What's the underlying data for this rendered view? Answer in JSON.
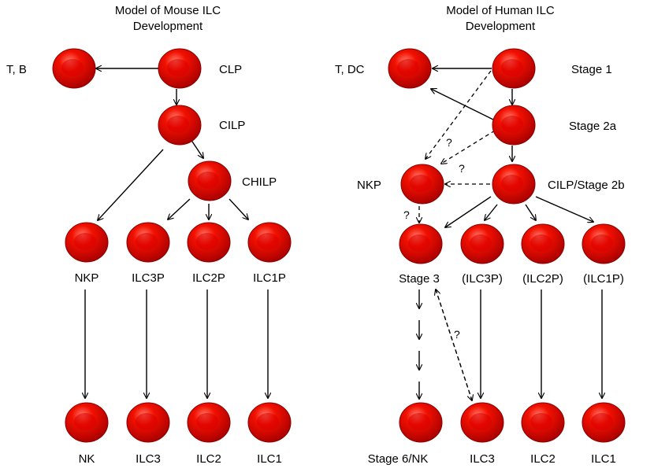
{
  "colors": {
    "cell_fill": "#e60000",
    "cell_highlight": "#ff6a5a",
    "cell_rim": "#9c0000",
    "arrow": "#000000"
  },
  "mouse": {
    "title_line1": "Model of Mouse ILC",
    "title_line2": "Development",
    "labels": {
      "tb": "T, B",
      "clp": "CLP",
      "cilp": "CILP",
      "chilp": "CHILP",
      "nkp": "NKP",
      "ilc3p": "ILC3P",
      "ilc2p": "ILC2P",
      "ilc1p": "ILC1P",
      "nk": "NK",
      "ilc3": "ILC3",
      "ilc2": "ILC2",
      "ilc1": "ILC1"
    }
  },
  "human": {
    "title_line1": "Model of Human ILC",
    "title_line2": "Development",
    "labels": {
      "tdc": "T, DC",
      "stage1": "Stage 1",
      "stage2a": "Stage 2a",
      "nkp": "NKP",
      "cilp_stage2b": "CILP/Stage 2b",
      "stage3": "Stage 3",
      "ilc3p": "(ILC3P)",
      "ilc2p": "(ILC2P)",
      "ilc1p": "(ILC1P)",
      "stage6nk": "Stage 6/NK",
      "ilc3": "ILC3",
      "ilc2": "ILC2",
      "ilc1": "ILC1"
    },
    "question_mark": "?"
  }
}
